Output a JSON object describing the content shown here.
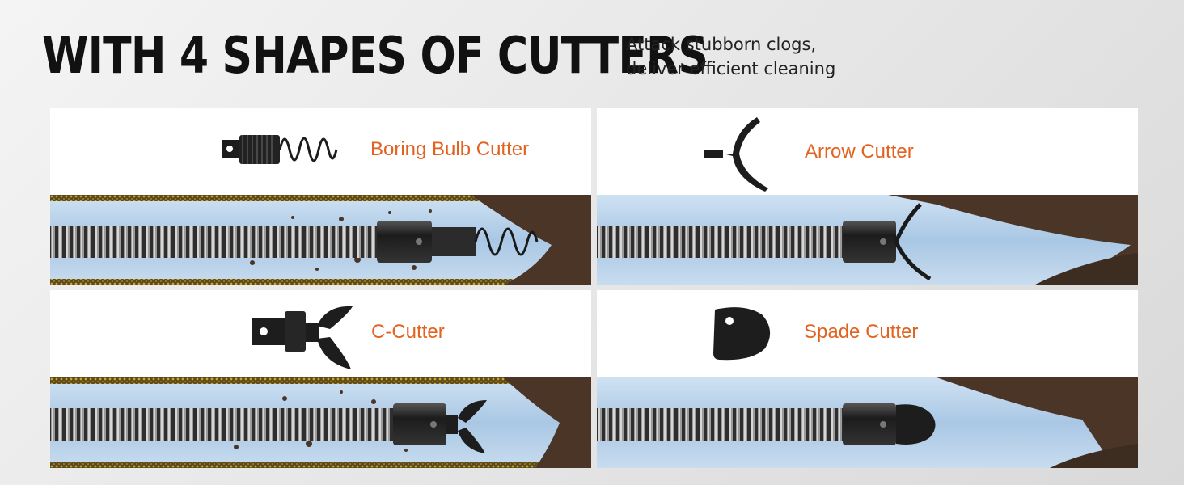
{
  "header": {
    "title": "WITH 4 SHAPES OF CUTTERS",
    "subtitle_line1": "Attack stubborn clogs,",
    "subtitle_line2": "deliver efficient cleaning"
  },
  "cutters": [
    {
      "label": "Boring Bulb Cutter",
      "icon": "bulb-cutter-icon"
    },
    {
      "label": "Arrow Cutter",
      "icon": "arrow-cutter-icon"
    },
    {
      "label": "C-Cutter",
      "icon": "c-cutter-icon"
    },
    {
      "label": "Spade Cutter",
      "icon": "spade-cutter-icon"
    }
  ],
  "colors": {
    "accent": "#e2621f",
    "title": "#111111",
    "pipe_water": "#bfd8ee",
    "soil": "#4a3527",
    "cable": "#3a3a3a"
  }
}
